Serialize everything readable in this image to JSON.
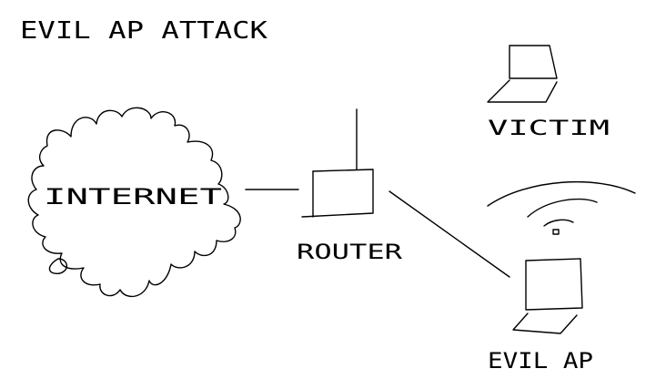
{
  "title": "EVIL AP ATTACK",
  "nodes": {
    "internet": {
      "label": "INTERNET"
    },
    "router": {
      "label": "ROUTER"
    },
    "victim": {
      "label": "VICTIM"
    },
    "evil_ap": {
      "label": "EVIL AP"
    }
  },
  "colors": {
    "ink": "#000000",
    "background": "#ffffff"
  }
}
